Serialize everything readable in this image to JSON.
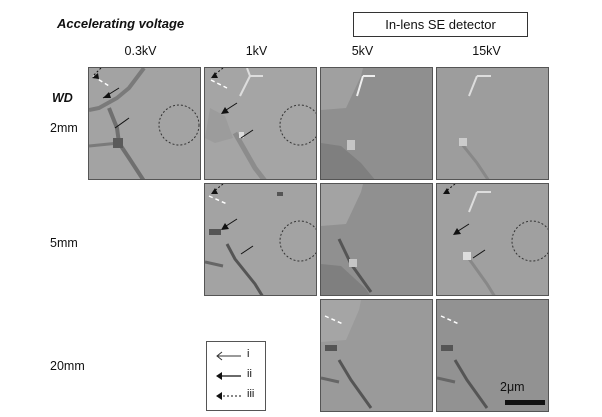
{
  "figure": {
    "title": "Accelerating voltage",
    "detector_label": "In-lens SE detector",
    "columns": [
      "0.3kV",
      "1kV",
      "5kV",
      "15kV"
    ],
    "wd_label": "WD",
    "rows": [
      "2mm",
      "5mm",
      "20mm"
    ],
    "legend": [
      {
        "arrow": "open-arrow",
        "label": "i"
      },
      {
        "arrow": "filled-arrow",
        "label": "ii"
      },
      {
        "arrow": "dashed-filled-arrow",
        "label": "iii"
      }
    ],
    "scale_bar": "2μm",
    "panels": [
      {
        "row": "2mm",
        "col": "0.3kV",
        "tone": "#a3a3a3",
        "circle": true,
        "arrows": true
      },
      {
        "row": "2mm",
        "col": "1kV",
        "tone": "#a5a5a5",
        "circle": true,
        "arrows": true
      },
      {
        "row": "2mm",
        "col": "5kV",
        "tone": "#8f8f8f",
        "circle": false,
        "arrows": false
      },
      {
        "row": "2mm",
        "col": "15kV",
        "tone": "#9d9d9d",
        "circle": false,
        "arrows": false
      },
      {
        "row": "5mm",
        "col": "1kV",
        "tone": "#a3a3a3",
        "circle": true,
        "arrows": true
      },
      {
        "row": "5mm",
        "col": "5kV",
        "tone": "#909090",
        "circle": false,
        "arrows": false
      },
      {
        "row": "5mm",
        "col": "15kV",
        "tone": "#a0a0a0",
        "circle": true,
        "arrows": true
      },
      {
        "row": "20mm",
        "col": "5kV",
        "tone": "#9a9a9a",
        "circle": false,
        "arrows": false
      },
      {
        "row": "20mm",
        "col": "15kV",
        "tone": "#929292",
        "circle": false,
        "arrows": false
      }
    ]
  }
}
